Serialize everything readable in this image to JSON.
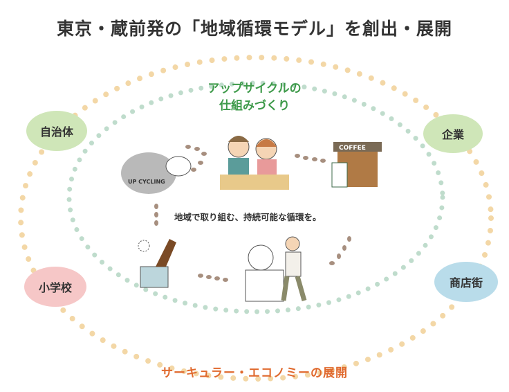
{
  "title": "東京・蔵前発の「地域循環モデル」を創出・展開",
  "upcycle_heading": [
    "アップサイクルの",
    "仕組みづくり"
  ],
  "center_text": "地域で取り組む、持続可能な循環を。",
  "circular_heading": "サーキュラー・エコノミーの展開",
  "stakeholders": [
    {
      "label": "自治体",
      "color": "#cfe6b8"
    },
    {
      "label": "企業",
      "color": "#cfe6b8"
    },
    {
      "label": "小学校",
      "color": "#f6c7c7"
    },
    {
      "label": "商店街",
      "color": "#b9dcea"
    }
  ],
  "illustrations": {
    "upcycling_label": "UP CYCLING",
    "coffee_sign": "COFFEE"
  }
}
